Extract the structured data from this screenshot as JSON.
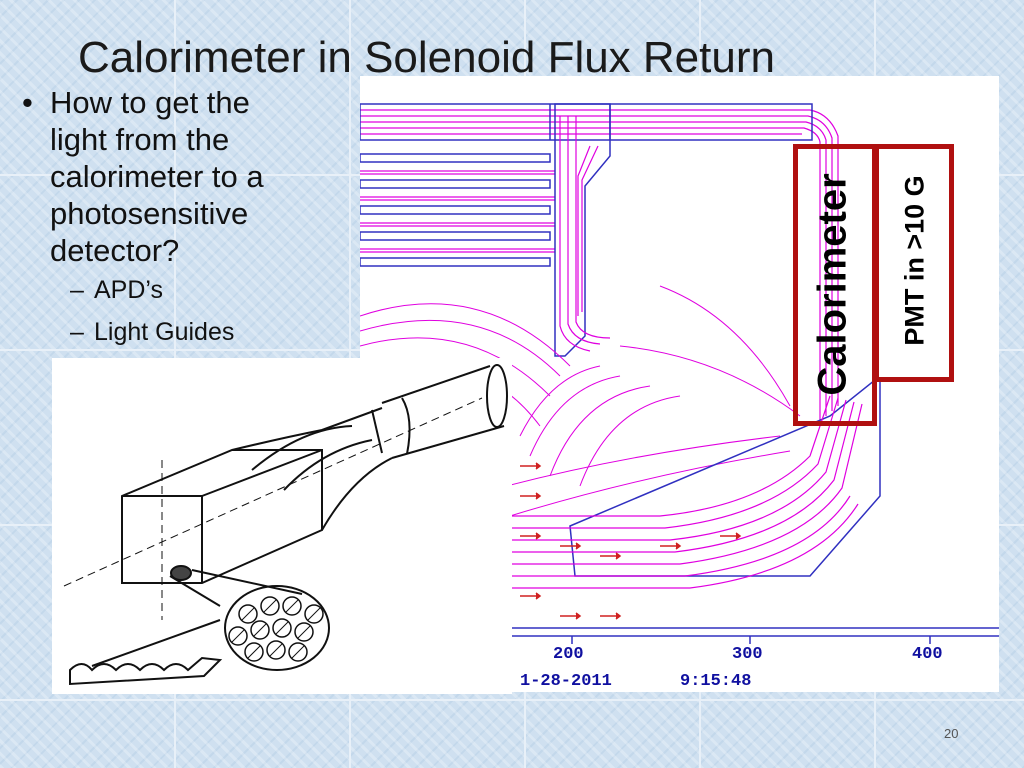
{
  "slide": {
    "title": "Calorimeter in Solenoid Flux Return",
    "bullet_main": "How to get the light from the calorimeter to a photosensitive detector?",
    "bullet_main_lines": [
      "How to get the",
      "light from the",
      "calorimeter to a",
      "photosensitive",
      "detector?"
    ],
    "sub_bullets": [
      "APD’s",
      "Light Guides"
    ],
    "dash": "–",
    "page_number": "20"
  },
  "field_map": {
    "labels": {
      "calorimeter": "Calorimeter",
      "pmt": "PMT in >10 G"
    },
    "axis_ticks": [
      "200",
      "300",
      "400"
    ],
    "date": "1-28-2011",
    "time": "9:15:48",
    "colors": {
      "field_lines": "#e000e0",
      "iron_outline": "#3030c0",
      "arrows": "#d02020",
      "label_box": "#b01010"
    }
  },
  "drawing": {
    "subject": "light-guide-and-fiber-bundle",
    "colors": {
      "ink": "#111111"
    }
  }
}
